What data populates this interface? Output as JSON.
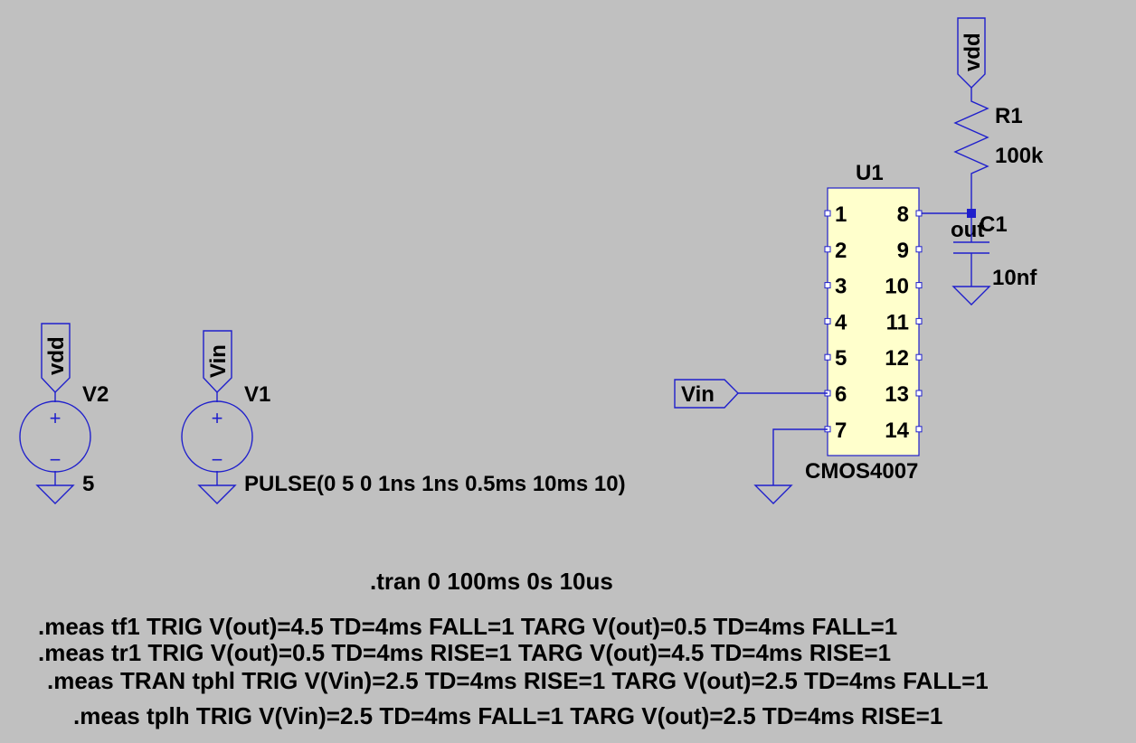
{
  "colors": {
    "background": "#c0c0c0",
    "wire": "#1f1fcc",
    "ic_body": "#ffffcc",
    "text": "#000000"
  },
  "ic": {
    "ref": "U1",
    "part": "CMOS4007",
    "pins_left": [
      "1",
      "2",
      "3",
      "4",
      "5",
      "6",
      "7"
    ],
    "pins_right": [
      "8",
      "9",
      "10",
      "11",
      "12",
      "13",
      "14"
    ]
  },
  "resistor": {
    "ref": "R1",
    "value": "100k"
  },
  "capacitor": {
    "ref": "C1",
    "value": "10nf"
  },
  "net_labels": {
    "vdd_top": "vdd",
    "vdd_src": "vdd",
    "vin_src": "Vin",
    "vin_ic": "Vin",
    "out": "out"
  },
  "sources": {
    "v2": {
      "ref": "V2",
      "value": "5",
      "plus": "+",
      "minus": "−"
    },
    "v1": {
      "ref": "V1",
      "value": "PULSE(0 5 0 1ns 1ns 0.5ms 10ms 10)",
      "plus": "+",
      "minus": "−"
    }
  },
  "directives": {
    "tran": ".tran 0 100ms 0s 10us",
    "meas": [
      ".meas tf1 TRIG V(out)=4.5 TD=4ms FALL=1 TARG V(out)=0.5 TD=4ms FALL=1",
      ".meas tr1 TRIG V(out)=0.5 TD=4ms RISE=1 TARG V(out)=4.5 TD=4ms RISE=1",
      ".meas TRAN tphl TRIG V(Vin)=2.5 TD=4ms RISE=1 TARG V(out)=2.5 TD=4ms FALL=1",
      ".meas tplh TRIG V(Vin)=2.5 TD=4ms FALL=1 TARG V(out)=2.5 TD=4ms RISE=1"
    ]
  }
}
